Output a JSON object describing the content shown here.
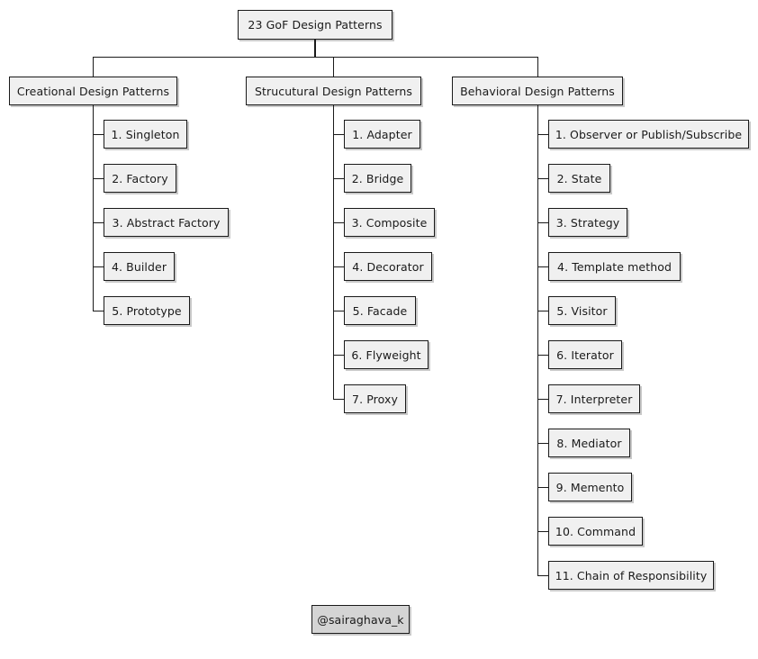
{
  "diagram": {
    "type": "hierarchy-tree",
    "root": {
      "label": "23 GoF Design Patterns"
    },
    "branches": [
      {
        "label": "Creational Design Patterns",
        "children": [
          "1. Singleton",
          "2. Factory",
          "3. Abstract Factory",
          "4. Builder",
          "5. Prototype"
        ]
      },
      {
        "label": "Strucutural Design Patterns",
        "children": [
          "1. Adapter",
          "2. Bridge",
          "3. Composite",
          "4. Decorator",
          "5. Facade",
          "6. Flyweight",
          "7. Proxy"
        ]
      },
      {
        "label": "Behavioral Design Patterns",
        "children": [
          "1. Observer or Publish/Subscribe",
          "2. State",
          "3. Strategy",
          "4. Template method",
          "5. Visitor",
          "6. Iterator",
          "7. Interpreter",
          "8. Mediator",
          "9. Memento",
          "10. Command",
          "11. Chain of Responsibility"
        ]
      }
    ],
    "footer": {
      "label": "@sairaghava_k"
    },
    "colors": {
      "background": "#ffffff",
      "node_fill": "#f0f0f0",
      "footer_fill": "#d4d4d4",
      "border": "#1a1a1a",
      "shadow": "#c9c9c9",
      "text": "#1a1a1a"
    }
  }
}
